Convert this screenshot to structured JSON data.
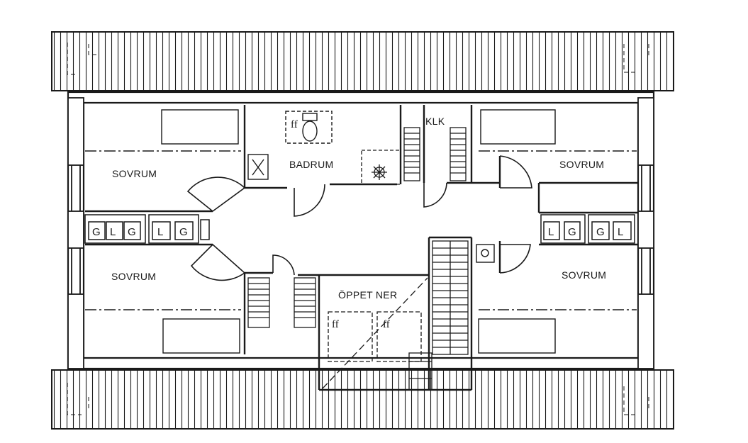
{
  "rooms": {
    "sovrum_top_left": "SOVRUM",
    "sovrum_bottom_left": "SOVRUM",
    "sovrum_top_right": "SOVRUM",
    "sovrum_bottom_right": "SOVRUM",
    "badrum": "BADRUM",
    "klk": "KLK",
    "oppet_ner": "ÖPPET NER"
  },
  "wardrobe_marks": {
    "left": [
      "G",
      "L",
      "G",
      "L",
      "G"
    ],
    "right": [
      "L",
      "G",
      "G",
      "L"
    ]
  },
  "fixture_marks": {
    "ff": "ff"
  },
  "colors": {
    "ink": "#1a1a1a",
    "paper": "#ffffff"
  }
}
